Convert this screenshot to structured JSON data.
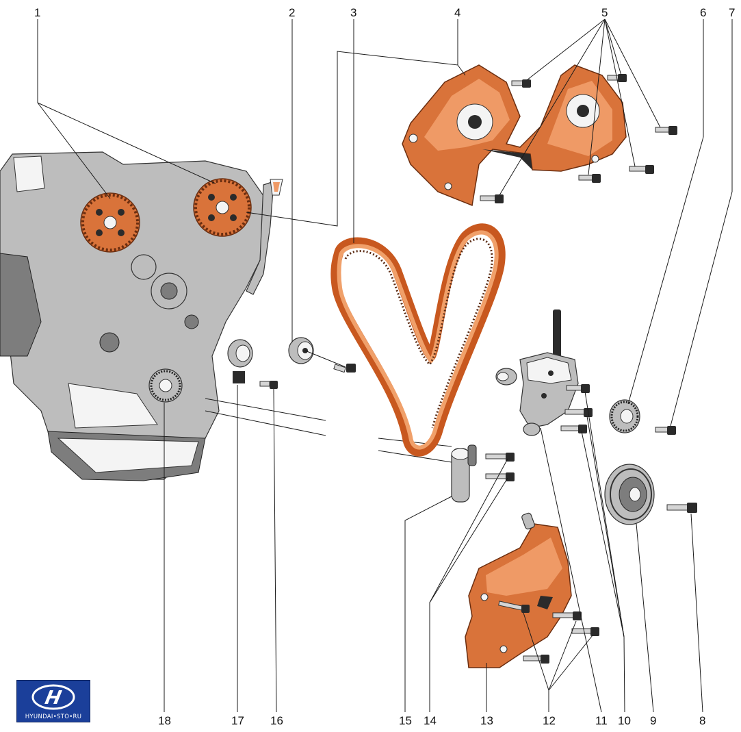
{
  "callouts": {
    "c1": "1",
    "c2": "2",
    "c3": "3",
    "c4": "4",
    "c5": "5",
    "c6": "6",
    "c7": "7",
    "c8": "8",
    "c9": "9",
    "c10": "10",
    "c11": "11",
    "c12": "12",
    "c13": "13",
    "c14": "14",
    "c15": "15",
    "c16": "16",
    "c17": "17",
    "c18": "18"
  },
  "logo": {
    "text": "HYUNDAI•STO•RU",
    "background": "#1b3f9a"
  },
  "colors": {
    "cover_orange": "#d9733a",
    "belt_orange": "#c8581f",
    "engine_grey": "#bdbdbd"
  }
}
